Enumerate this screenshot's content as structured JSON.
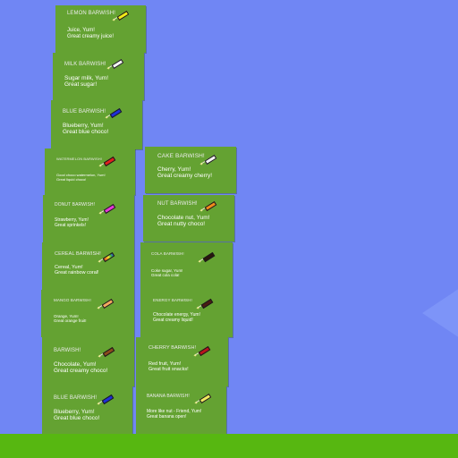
{
  "colors": {
    "sky": "#7086f4",
    "ground": "#57b711",
    "card": "#64a232"
  },
  "cards": [
    {
      "title": "LEMON BARWISH!",
      "desc": "Juice, Yum!\nGreat creamy juice!",
      "bar_color": "#f2ea18",
      "icon": "barwish-bar-icon"
    },
    {
      "title": "MILK BARWISH!",
      "desc": "Sugar milk, Yum!\nGreat sugar!",
      "bar_color": "#f4f4f4",
      "icon": "barwish-bar-icon"
    },
    {
      "title": "BLUE BARWISH!",
      "desc": "Blueberry, Yum!\nGreat blue choco!",
      "bar_color": "#1f2fd8",
      "icon": "barwish-bar-icon"
    },
    {
      "title": "WATERMELON BARWISH!",
      "desc": "Good choco watermelon, Yum!\nGreat liquid choco!",
      "bar_color": "#e0201c",
      "icon": "barwish-bar-icon"
    },
    {
      "title": "CAKE BARWISH!",
      "desc": "Cherry, Yum!\nGreat creamy cherry!",
      "bar_color": "#f4f4f4",
      "icon": "barwish-bar-icon"
    },
    {
      "title": "DONUT BARWISH!",
      "desc": "Strawberry, Yum!\nGreat sprinkels!",
      "bar_color": "#e838d8",
      "icon": "barwish-bar-icon"
    },
    {
      "title": "NUT BARWISH!",
      "desc": "Chocolate nut, Yum!\nGreat nutty choco!",
      "bar_color": "#f08a1c",
      "icon": "barwish-bar-icon"
    },
    {
      "title": "CEREAL BARWISH!",
      "desc": "Cereal, Yum!\nGreat rainbow coral!",
      "bar_color": "rainbow",
      "icon": "barwish-bar-icon"
    },
    {
      "title": "COLA BARWISH!",
      "desc": "Coke sugar, Yum!\nGreat cola cola!",
      "bar_color": "#2a160c",
      "icon": "barwish-bar-icon"
    },
    {
      "title": "MANGO BARWISH!",
      "desc": "Orange, Yum!\nGreat orange fruit!",
      "bar_color": "#f4a860",
      "icon": "barwish-bar-icon"
    },
    {
      "title": "ENERGY BARWISH!",
      "desc": "Chocolate energy, Yum!\nGreat creamy liquid!",
      "bar_color": "#4a1c14",
      "icon": "barwish-bar-icon"
    },
    {
      "title": "BARWISH!",
      "desc": "Chocolate, Yum!\nGreat creamy choco!",
      "bar_color": "#8a4a1c",
      "icon": "barwish-bar-icon"
    },
    {
      "title": "CHERRY BARWISH!",
      "desc": "Red fruit, Yum!\nGreat fruit snacks!",
      "bar_color": "#b8141c",
      "icon": "barwish-bar-icon"
    },
    {
      "title": "BLUE BARWISH!",
      "desc": "Blueberry, Yum!\nGreat blue choco!",
      "bar_color": "#1f2fd8",
      "icon": "barwish-bar-icon"
    },
    {
      "title": "BANANA BARWISH!",
      "desc": "More like nut - Friend, Yum!\nGreat banana open!",
      "bar_color": "#f2ea60",
      "icon": "barwish-bar-icon"
    }
  ]
}
